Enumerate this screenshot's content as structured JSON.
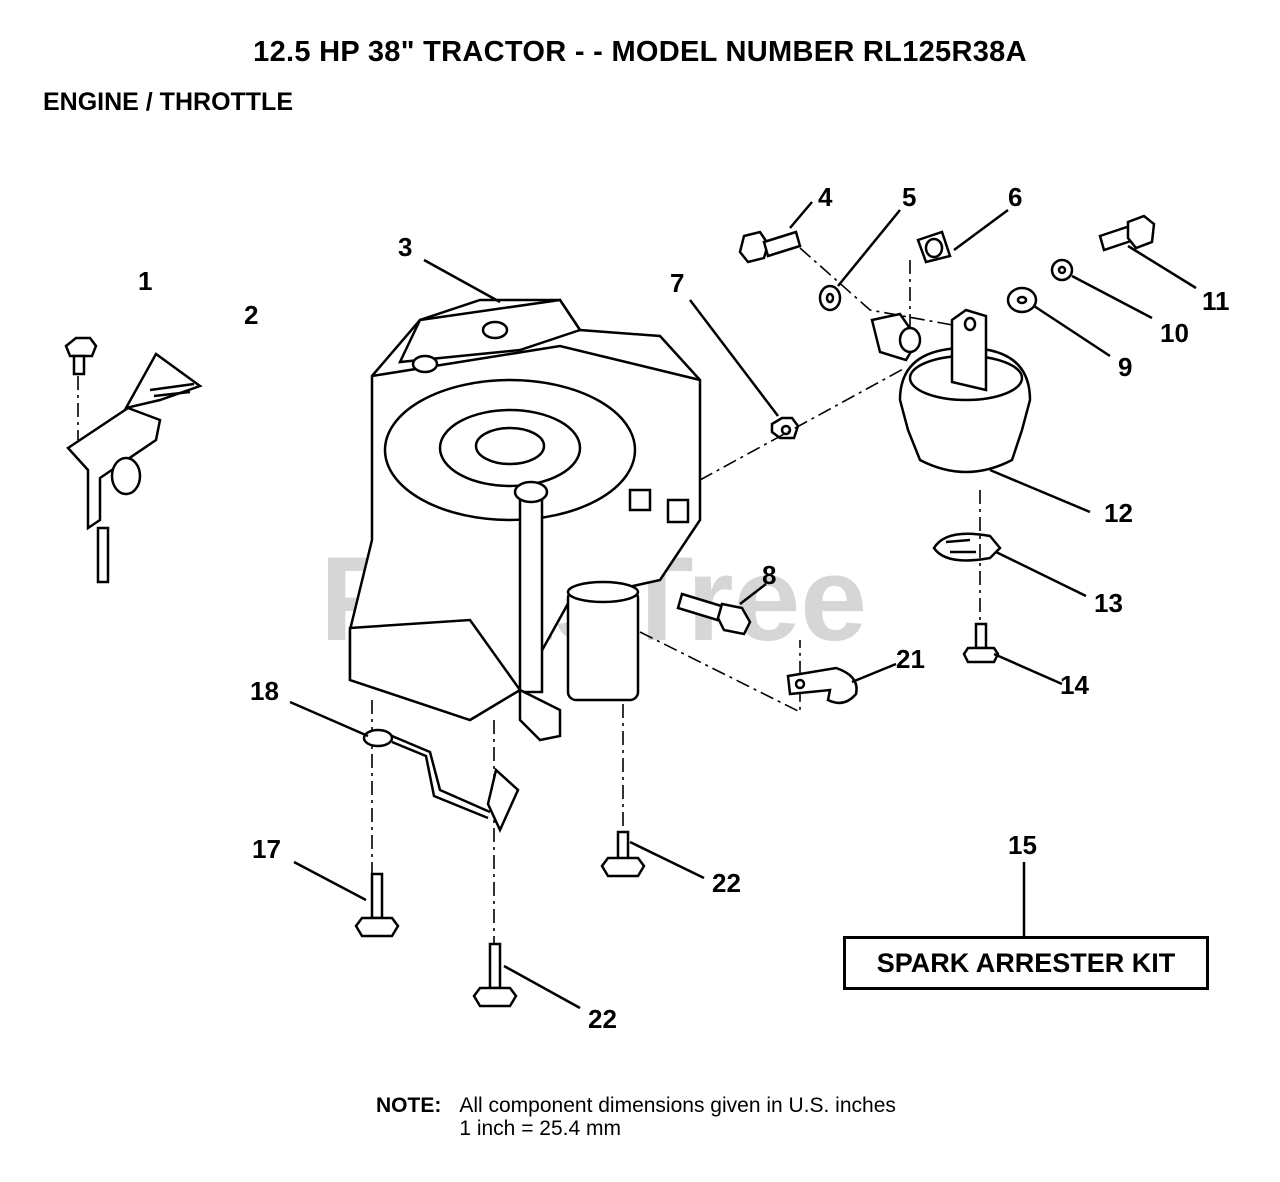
{
  "header": {
    "title": "12.5 HP 38\" TRACTOR - - MODEL NUMBER RL125R38A",
    "subtitle": "ENGINE / THROTTLE"
  },
  "watermark": "PartsTree",
  "callouts": {
    "c1": "1",
    "c2": "2",
    "c3": "3",
    "c4": "4",
    "c5": "5",
    "c6": "6",
    "c7": "7",
    "c8": "8",
    "c9": "9",
    "c10": "10",
    "c11": "11",
    "c12": "12",
    "c13": "13",
    "c14": "14",
    "c15": "15",
    "c17": "17",
    "c18": "18",
    "c21": "21",
    "c22a": "22",
    "c22b": "22"
  },
  "kit_label": "SPARK ARRESTER KIT",
  "note": {
    "label": "NOTE:",
    "line1": "All component dimensions given in U.S. inches",
    "line2": "1 inch = 25.4 mm"
  }
}
